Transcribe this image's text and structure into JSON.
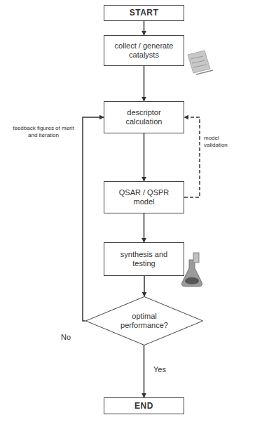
{
  "diagram": {
    "nodes": [
      {
        "text": [
          "START"
        ]
      },
      {
        "text": [
          "collect / generate catalysts"
        ]
      },
      {
        "text": [
          "descriptor calculation"
        ]
      },
      {
        "text": [
          "QSAR / QSPR model"
        ]
      },
      {
        "text": [
          "synthesis and testing"
        ]
      },
      {
        "text": [
          "optimal performance?"
        ]
      },
      {
        "text": [
          "END"
        ]
      }
    ],
    "edges": [
      {
        "from": 0,
        "to": 1,
        "arrow": "to"
      },
      {
        "from": 1,
        "to": 2,
        "arrow": "to"
      },
      {
        "from": 2,
        "to": 3,
        "arrow": "to"
      },
      {
        "from": 3,
        "to": 4,
        "arrow": "to"
      },
      {
        "from": 4,
        "to": 5,
        "arrow": "to"
      },
      {
        "from": 5,
        "to": 6,
        "label": "Yes",
        "arrow": "to"
      },
      {
        "from": 5,
        "to": 2,
        "label": "No",
        "arrow": "to"
      },
      {
        "from": 3,
        "to": 2,
        "label": "model validation",
        "arrow": "to"
      }
    ],
    "labels": [
      "feedback figures of merit and iteration"
    ]
  }
}
